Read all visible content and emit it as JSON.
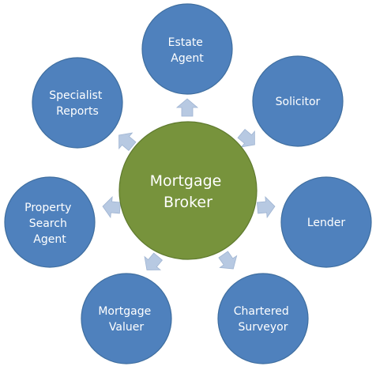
{
  "colors": {
    "satellite_fill": "#4f81bd",
    "satellite_stroke": "#3f6e9f",
    "center_fill": "#77933c",
    "center_stroke": "#5f7a2e",
    "arrow_fill": "#b7c9e2"
  },
  "center": {
    "lines": [
      "Mortgage",
      "Broker"
    ]
  },
  "satellites": [
    {
      "id": "estate-agent",
      "lines": [
        "Estate",
        "Agent"
      ]
    },
    {
      "id": "solicitor",
      "lines": [
        "Solicitor"
      ]
    },
    {
      "id": "lender",
      "lines": [
        "Lender"
      ]
    },
    {
      "id": "chartered-surveyor",
      "lines": [
        "Chartered",
        "Surveyor"
      ]
    },
    {
      "id": "mortgage-valuer",
      "lines": [
        "Mortgage",
        "Valuer"
      ]
    },
    {
      "id": "property-search-agent",
      "lines": [
        "Property",
        "Search",
        "Agent"
      ]
    },
    {
      "id": "specialist-reports",
      "lines": [
        "Specialist",
        "Reports"
      ]
    }
  ]
}
